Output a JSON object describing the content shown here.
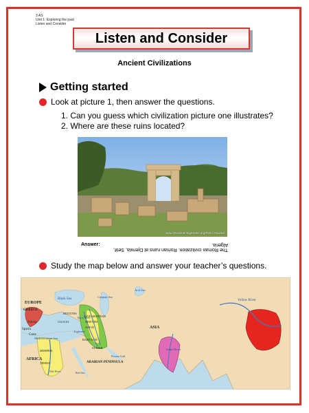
{
  "meta": [
    "3 AS",
    "Unit 1: Exploring the past",
    "Listen and Consider"
  ],
  "title": "Listen and Consider",
  "subtitle": "Ancient Civilizations",
  "section": "Getting started",
  "instruction1": "Look at picture 1, then answer the questions.",
  "questions": [
    "1. Can you guess which civilization picture one illustrates?",
    "2. Where are these ruins located?"
  ],
  "photo_credit": "www.WorldHeritageSites.org/Peter Howard",
  "answer_label": "Answer:",
  "answer_text": "The Roman civilization. Roman ruins at Djemila, Setif, Algeria.",
  "instruction2": "Study the map below and answer your teacher’s questions.",
  "map_labels": {
    "europe": "EUROPE",
    "greece": "GREECE",
    "athens": "Athens",
    "sparta": "Sparta",
    "crete": "Crete",
    "black_sea": "Black Sea",
    "hittites": "HITTITES",
    "cilicia": "CILICIA",
    "med": "Mediterranean Sea",
    "memphis": "MEMPHIS",
    "thebes": "THEBES",
    "africa": "AFRICA",
    "nile": "Nile River",
    "caspian": "Caspian Sea",
    "tigris": "Tigris River",
    "euphrates": "Euphrates",
    "babylon": "BABYLON",
    "sumer": "SUMER",
    "arabian": "ARABIAN PENINSULA",
    "red_sea": "Red Sea",
    "persian": "Persian Gulf",
    "aral": "Aral Sea",
    "asia": "ASIA",
    "indus": "Indus River",
    "yellow": "Yellow River",
    "shanidar": "CAVE SHANIDAR",
    "nineveh": "NINEVEH",
    "assur": "ASSUR"
  }
}
